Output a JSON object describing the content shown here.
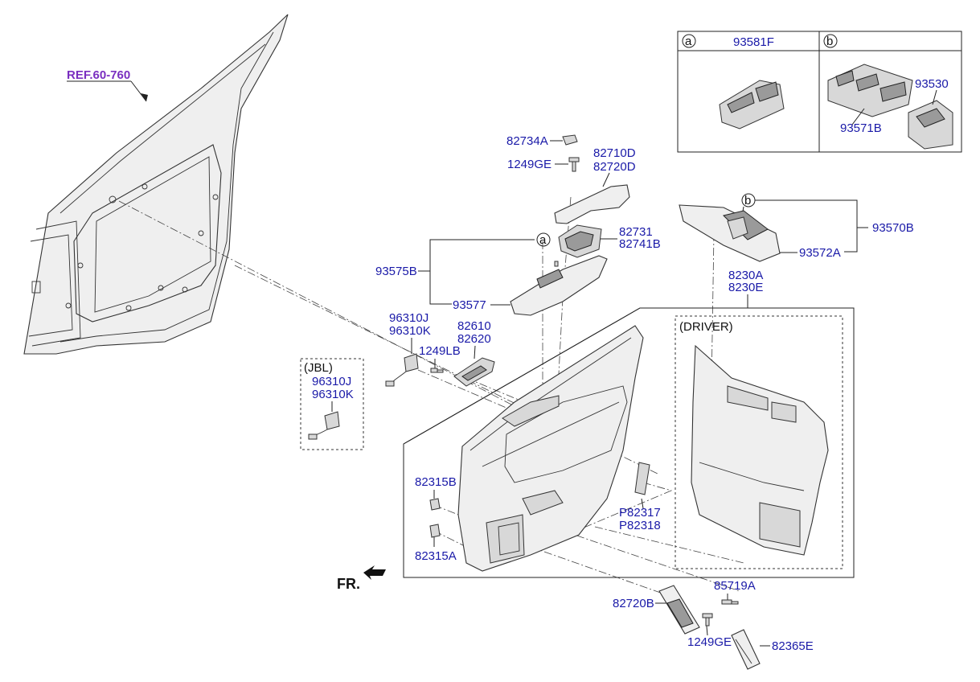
{
  "ref_link": "REF.60-760",
  "direction": "FR.",
  "callouts": {
    "a_symbol": "a",
    "b_symbol": "b",
    "a_part": "93581F",
    "b_part_1": "93530",
    "b_part_2": "93571B"
  },
  "jbl": {
    "title": "(JBL)",
    "p1": "96310J",
    "p2": "96310K"
  },
  "driver_title": "(DRIVER)",
  "parts": {
    "p82734A": "82734A",
    "p1249GE_top": "1249GE",
    "p82710D": "82710D",
    "p82720D": "82720D",
    "p82731": "82731",
    "p82741B": "82741B",
    "p93575B": "93575B",
    "p93577": "93577",
    "p93570B": "93570B",
    "p93572A": "93572A",
    "p8230A": "8230A",
    "p8230E": "8230E",
    "p96310J": "96310J",
    "p96310K": "96310K",
    "p82610": "82610",
    "p82620": "82620",
    "p1249LB": "1249LB",
    "p82315B": "82315B",
    "p82315A": "82315A",
    "pP82317": "P82317",
    "pP82318": "P82318",
    "p85719A": "85719A",
    "p82720B": "82720B",
    "p1249GE_bottom": "1249GE",
    "p82365E": "82365E"
  }
}
